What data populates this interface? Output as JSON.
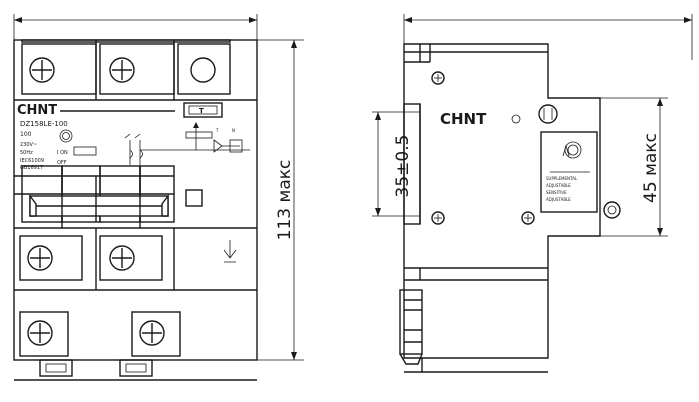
{
  "front_view": {
    "brand": "CHNT",
    "model": "DZ158LE-100",
    "rating": "100",
    "voltage": "230V~",
    "frequency": "50Hz",
    "test_label": "T",
    "on_label": "I ON",
    "off_label": "OFF",
    "standard": "IEC61009",
    "standard2": "GB16917",
    "height_dimension": "113 макс"
  },
  "side_view": {
    "brand": "CHNT",
    "rail_dimension": "35±0.5",
    "depth_dimension": "45 макс",
    "label_lines": [
      "SUPPLEMENTAL",
      "ADJUSTABLE",
      "SENSITIVE",
      "ADJUSTABLE"
    ]
  }
}
